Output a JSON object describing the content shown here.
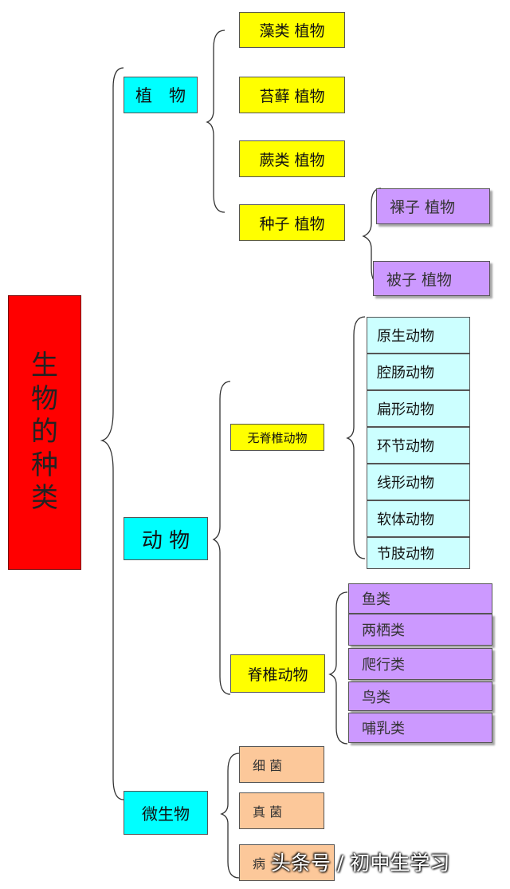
{
  "root": {
    "label": "生物的种类",
    "chars": [
      "生",
      "物",
      "的",
      "种",
      "类"
    ]
  },
  "plants": {
    "label": "植　物",
    "groups": [
      "藻类  植物",
      "苔藓  植物",
      "蕨类  植物",
      "种子  植物"
    ],
    "seed_groups": [
      "裸子  植物",
      "被子  植物"
    ]
  },
  "animals": {
    "label": "动  物",
    "invertebrates": {
      "label": "无脊椎动物",
      "items": [
        "原生动物",
        "腔肠动物",
        "扁形动物",
        "环节动物",
        "线形动物",
        "软体动物",
        "节肢动物"
      ]
    },
    "vertebrates": {
      "label": "脊椎动物",
      "items": [
        "鱼类",
        "两栖类",
        "爬行类",
        "鸟类",
        "哺乳类"
      ]
    }
  },
  "microbes": {
    "label": "微生物",
    "items": [
      "细  菌",
      "真  菌",
      "病"
    ]
  },
  "watermark": "头条号 / 初中生学习",
  "colors": {
    "root": "#ff0000",
    "category": "#00ffff",
    "subgroup": "#ffff00",
    "purple_group": "#cc99ff",
    "light_cyan_group": "#ccffff",
    "orange_group": "#fcc89a"
  }
}
